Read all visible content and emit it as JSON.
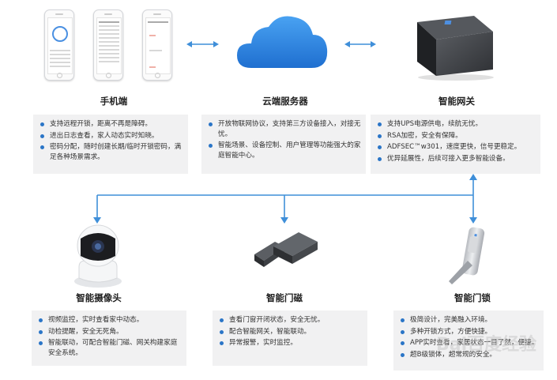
{
  "top": [
    {
      "title": "手机端",
      "items": [
        "支持远程开锁，距离不再是障碍。",
        "进出日志查看，家人动态实时知晓。",
        "密码分配，随时创建长期/临时开锁密码，满足各种场景需求。"
      ]
    },
    {
      "title": "云端服务器",
      "items": [
        "开放物联网协议，支持第三方设备接入，对接无忧。",
        "智能场景、设备控制、用户管理等功能强大的家庭智能中心。"
      ]
    },
    {
      "title": "智能网关",
      "items": [
        "支持UPS电源供电，续航无忧。",
        "RSA加密，安全有保障。",
        "ADFSEC™w301，速度更快，信号更稳定。",
        "优异延展性，后续可接入更多智能设备。"
      ]
    }
  ],
  "bottom": [
    {
      "title": "智能摄像头",
      "items": [
        "视频监控，实时查看家中动态。",
        "动检提醒，安全无死角。",
        "智能联动，可配合智能门磁、网关构建家庭安全系统。"
      ]
    },
    {
      "title": "智能门磁",
      "items": [
        "查看门窗开闭状态，安全无忧。",
        "配合智能网关，智能联动。",
        "异常报警，实时监控。"
      ]
    },
    {
      "title": "智能门锁",
      "items": [
        "极简设计，完美融入环境。",
        "多种开锁方式，方便快捷。",
        "APP实时查看，家居状态一目了然，便捷。",
        "超B级锁体，超常规的安全。"
      ]
    }
  ],
  "watermark": "Bai百度经验",
  "colors": {
    "connector": "#3f8fd9",
    "bullet": "#2a75c7",
    "box_bg": "#f1f1f2"
  }
}
